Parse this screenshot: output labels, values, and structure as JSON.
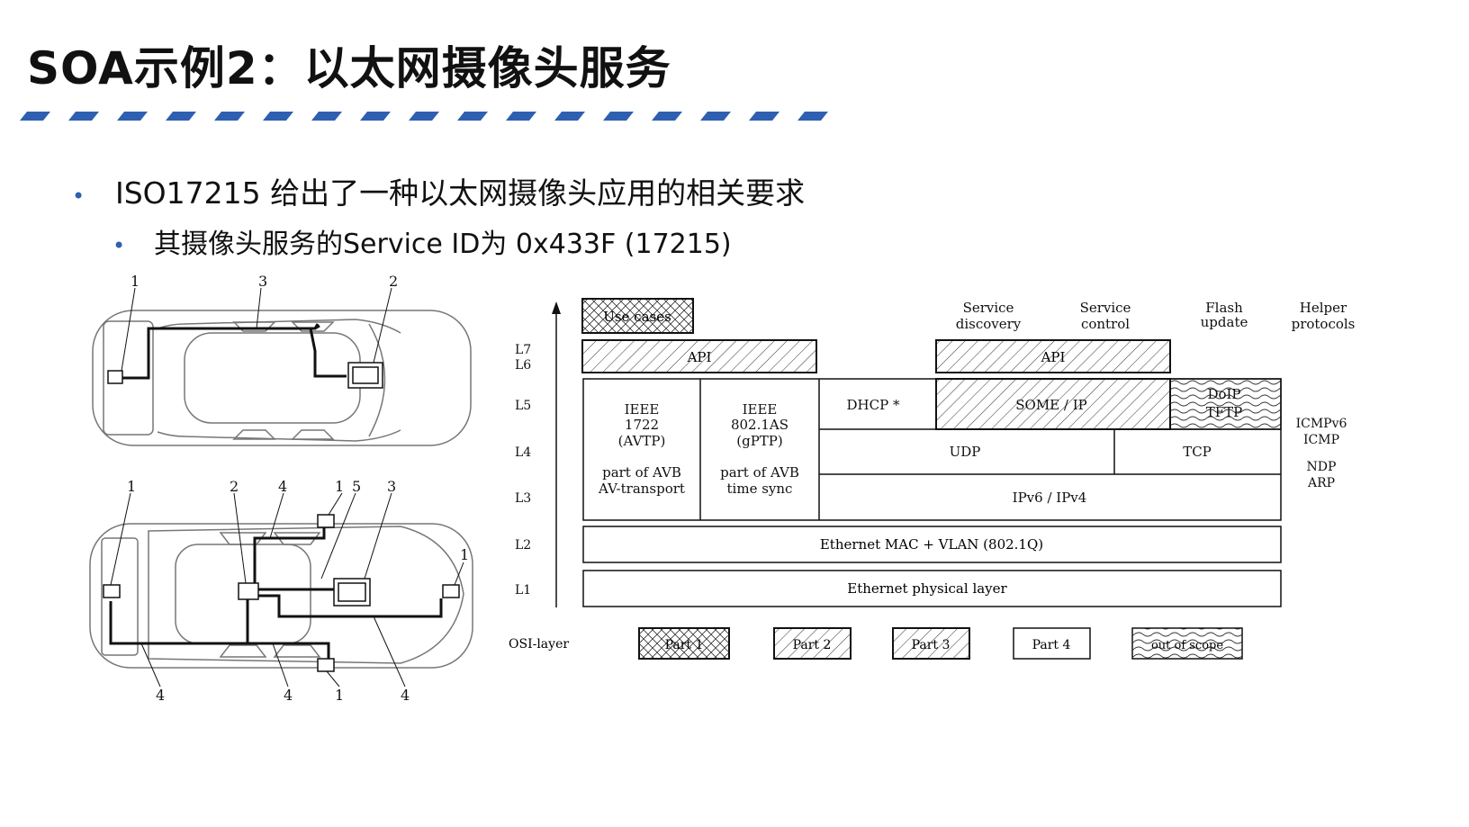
{
  "slide": {
    "title": "SOA示例2：以太网摄像头服务",
    "bullet1": "ISO17215 给出了一种以太网摄像头应用的相关要求",
    "bullet2": "其摄像头服务的Service ID为 0x433F (17215)"
  },
  "colors": {
    "accent": "#2f5fb0",
    "text": "#111111"
  },
  "car_top": {
    "labels": [
      "1",
      "3",
      "2"
    ]
  },
  "car_bottom": {
    "labels_top": [
      "1",
      "2",
      "4",
      "1",
      "5",
      "3"
    ],
    "label_right": "1",
    "labels_bottom": [
      "4",
      "4",
      "1",
      "4"
    ]
  },
  "osi": {
    "layer_labels": [
      "L7",
      "L6",
      "L5",
      "L4",
      "L3",
      "L2",
      "L1"
    ],
    "use_cases": "Use cases",
    "api_left": "API",
    "api_right": "API",
    "col_headers": [
      [
        "Service",
        "discovery"
      ],
      [
        "Service",
        "control"
      ],
      [
        "Flash",
        "update"
      ],
      [
        "Helper",
        "protocols"
      ]
    ],
    "avtp": [
      "IEEE",
      "1722",
      "(AVTP)",
      "part of AVB",
      "AV-transport"
    ],
    "gptp": [
      "IEEE",
      "802.1AS",
      "(gPTP)",
      "part of AVB",
      "time sync"
    ],
    "dhcp": "DHCP *",
    "someip": "SOME / IP",
    "doip": [
      "DoIP",
      "TFTP"
    ],
    "udp": "UDP",
    "tcp": "TCP",
    "ipv": "IPv6 / IPv4",
    "mac": "Ethernet MAC + VLAN (802.1Q)",
    "phy": "Ethernet physical layer",
    "helpers": [
      "ICMPv6",
      "ICMP",
      "NDP",
      "ARP"
    ],
    "legend_title": "OSI-layer",
    "legend": [
      "Part 1",
      "Part 2",
      "Part 3",
      "Part 4",
      "out of scope"
    ]
  }
}
